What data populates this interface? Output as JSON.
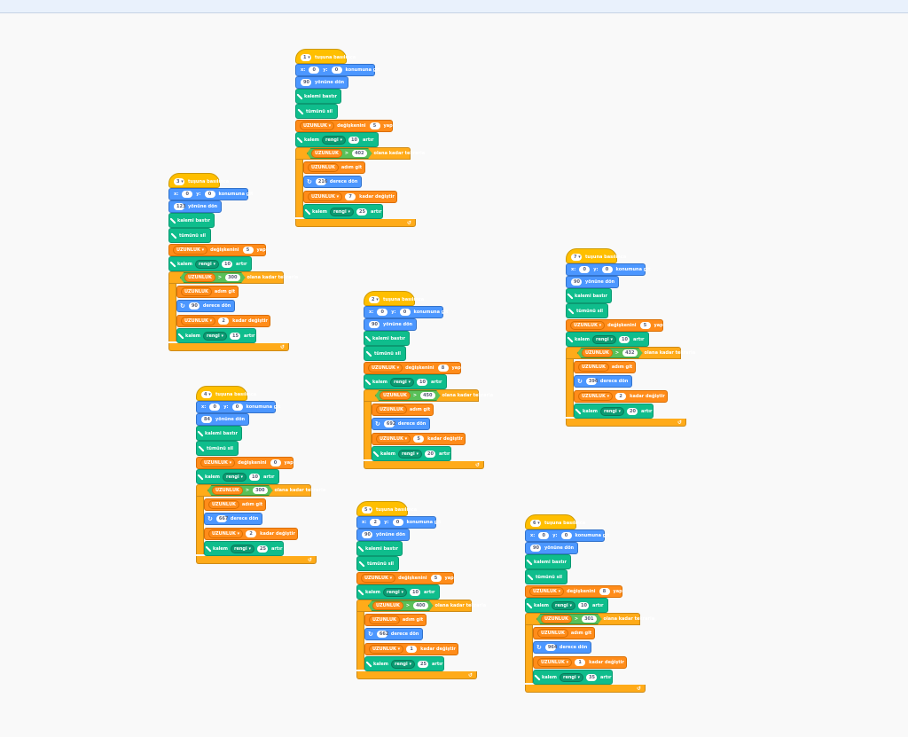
{
  "window": {
    "title_bar": ""
  },
  "labels": {
    "hat_suffix": "tuşuna basılınca",
    "x": "x:",
    "y": "y:",
    "goto": "konumuna git",
    "point": "yönüne dön",
    "pen_down": "kalemi bastır",
    "clear": "tümünü sil",
    "var_name": "UZUNLUK",
    "set_var": "değişkenini",
    "yap": "yap",
    "pen_change": "kalem",
    "pen_color": "rengi",
    "artir": "artır",
    "repeat_until": "olana kadar tekrarla",
    "move": "adım git",
    "turn": "derece dön",
    "change_var": "kadar değiştir",
    "gt": ">"
  },
  "colors": {
    "events": "#ffbf00",
    "motion": "#4c97ff",
    "pen": "#0fbd8c",
    "variables": "#ff8c1a",
    "control": "#ffab19",
    "operators": "#59c059"
  },
  "scripts": [
    {
      "key": "1",
      "x": "0",
      "y": "0",
      "dir": "90",
      "set": "5",
      "pen_inc": "10",
      "limit": "402",
      "turn": "216",
      "change": "7",
      "pen_inc2": "25"
    },
    {
      "key": "3",
      "x": "0",
      "y": "0",
      "dir": "123",
      "set": "5",
      "pen_inc": "10",
      "limit": "300",
      "turn": "90",
      "change": "2",
      "pen_inc2": "15"
    },
    {
      "key": "2",
      "x": "0",
      "y": "0",
      "dir": "90",
      "set": "8",
      "pen_inc": "10",
      "limit": "450",
      "turn": "692",
      "change": "5",
      "pen_inc2": "20"
    },
    {
      "key": "7",
      "x": "0",
      "y": "0",
      "dir": "90",
      "set": "5",
      "pen_inc": "10",
      "limit": "432",
      "turn": "396",
      "change": "2",
      "pen_inc2": "20"
    },
    {
      "key": "4",
      "x": "0",
      "y": "0",
      "dir": "84",
      "set": "0",
      "pen_inc": "10",
      "limit": "300",
      "turn": "667",
      "change": "2",
      "pen_inc2": "25"
    },
    {
      "key": "5",
      "x": "2",
      "y": "0",
      "dir": "90",
      "set": "5",
      "pen_inc": "10",
      "limit": "400",
      "turn": "662",
      "change": "1",
      "pen_inc2": "25"
    },
    {
      "key": "6",
      "x": "0",
      "y": "0",
      "dir": "90",
      "set": "8",
      "pen_inc": "10",
      "limit": "301",
      "turn": "964",
      "change": "1",
      "pen_inc2": "35"
    }
  ]
}
